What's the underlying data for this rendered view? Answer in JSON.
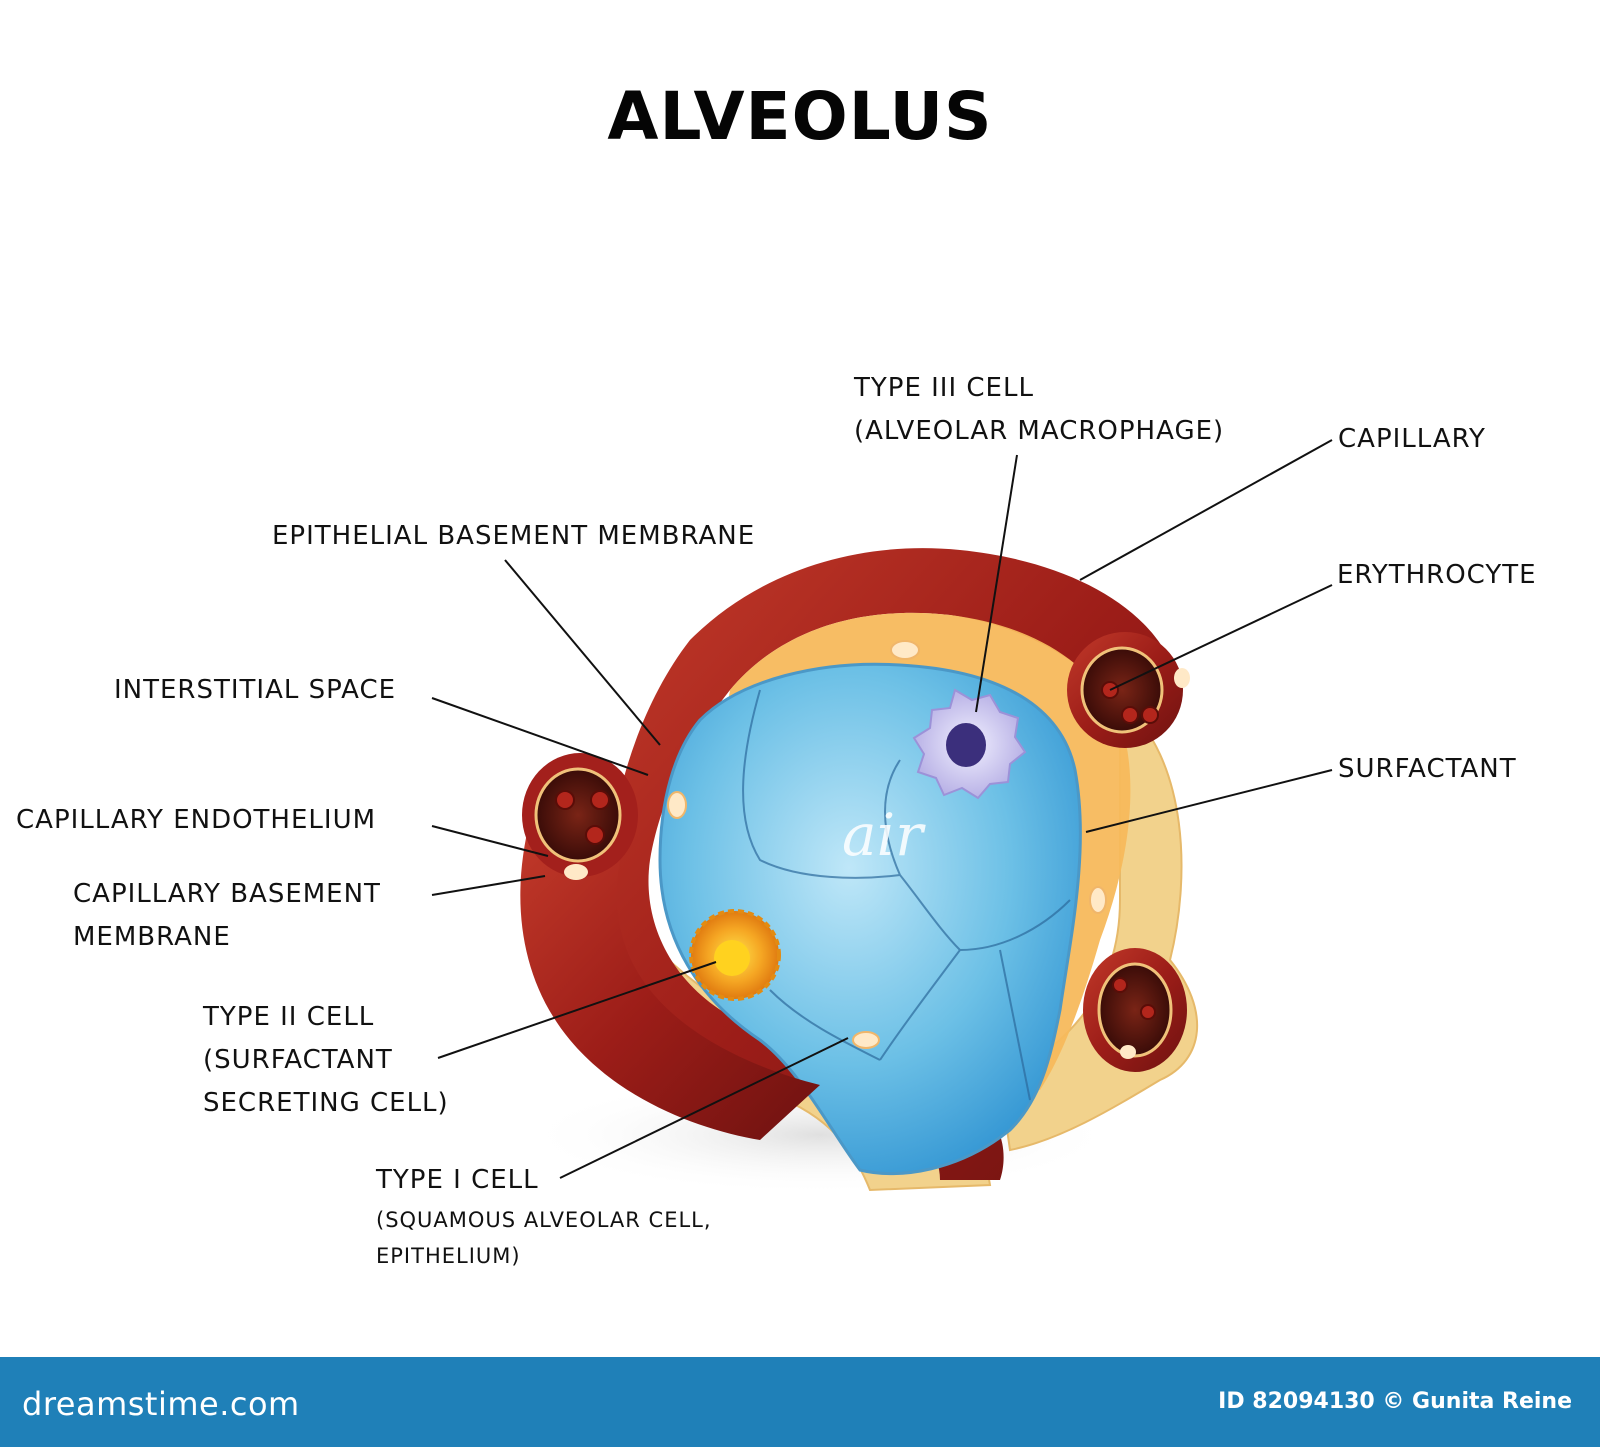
{
  "title": "ALVEOLUS",
  "center_text": "air",
  "labels": {
    "type3_line1": "TYPE III CELL",
    "type3_line2": "(ALVEOLAR MACROPHAGE)",
    "capillary": "CAPILLARY",
    "epithelial_bm": "EPITHELIAL BASEMENT MEMBRANE",
    "erythrocyte": "ERYTHROCYTE",
    "interstitial": "INTERSTITIAL SPACE",
    "surfactant": "SURFACTANT",
    "cap_endothelium": "CAPILLARY ENDOTHELIUM",
    "cap_bm_line1": "CAPILLARY BASEMENT",
    "cap_bm_line2": "MEMBRANE",
    "type2_line1": "TYPE II CELL",
    "type2_line2": "(SURFACTANT",
    "type2_line3": "SECRETING CELL)",
    "type1_line1": "TYPE I CELL",
    "type1_line2": "(SQUAMOUS ALVEOLAR CELL,",
    "type1_line3": "EPITHELIUM)"
  },
  "footer": {
    "logo": "dreamstime.com",
    "id_text": "ID 82094130 © Gunita Reine"
  },
  "colors": {
    "capillary_red": "#a3201c",
    "air_blue": "#5cb6df",
    "interstitium_yellow": "#f2d28c",
    "footer_blue": "#1f80b8"
  }
}
